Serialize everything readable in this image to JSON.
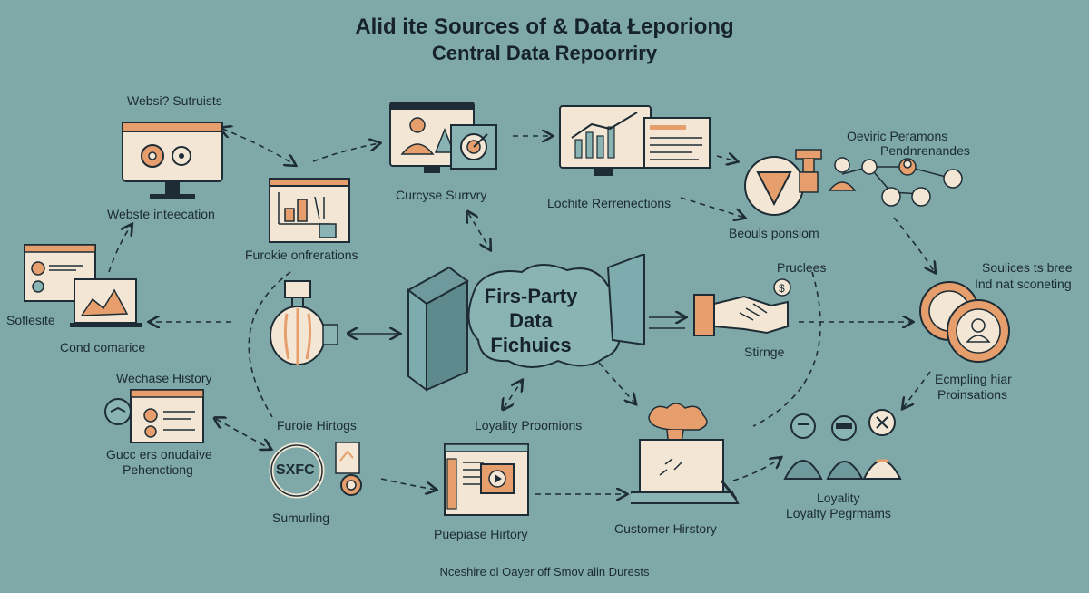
{
  "title": {
    "line1": "Alid ite Sources of & Data Łeporiong",
    "line2": "Central Data Repoorriry"
  },
  "center": {
    "line1": "Firs-Party",
    "line2": "Data",
    "line3": "Fichuics"
  },
  "labels": {
    "website_surveys": "Websi? Sutruists",
    "website_interaction": "Webste inteecation",
    "furokie_onfrerations": "Furokie onfrerations",
    "curcyse_survey": "Curcyse Surrvry",
    "lochite_rerenections": "Lochite Rerrenections",
    "oeviric_line1": "Oeviric Peramons",
    "oeviric_line2": "Pendnrenandes",
    "beouls_ponsiom": "Beouls ponsiom",
    "souices_line1": "Soulices ts bree",
    "souices_line2": "Ind nat sconeting",
    "pruclees": "Pruclees",
    "stirnge": "Stirnge",
    "ecmpling_line1": "Ecmpling hiar",
    "ecmpling_line2": "Proinsations",
    "soflesite": "Soflesite",
    "cond_comarice": "Cond comarice",
    "wechase_history": "Wechase History",
    "gucc_line1": "Gucc ers onudaive",
    "gucc_line2": "Pehenctiong",
    "furoie_hirtogs": "Furoie Hirtogs",
    "sumurling": "Sumurling",
    "loyalty_promotions": "Loyality Proomions",
    "puepiase_history": "Puepiase Hirtory",
    "customer_history": "Customer Hirstory",
    "loyality_line1": "Loyality",
    "loyality_line2": "Loyalty Pegrmams",
    "sxfc": "SXFC",
    "footer": "Nceshire ol Oayer off Smov alin Durests"
  },
  "colors": {
    "background": "#7fa9a9",
    "accent_orange": "#e59e6c",
    "cream": "#f3e6d4",
    "dark_line": "#1e2d35",
    "teal_box": "#6e9a9e"
  }
}
